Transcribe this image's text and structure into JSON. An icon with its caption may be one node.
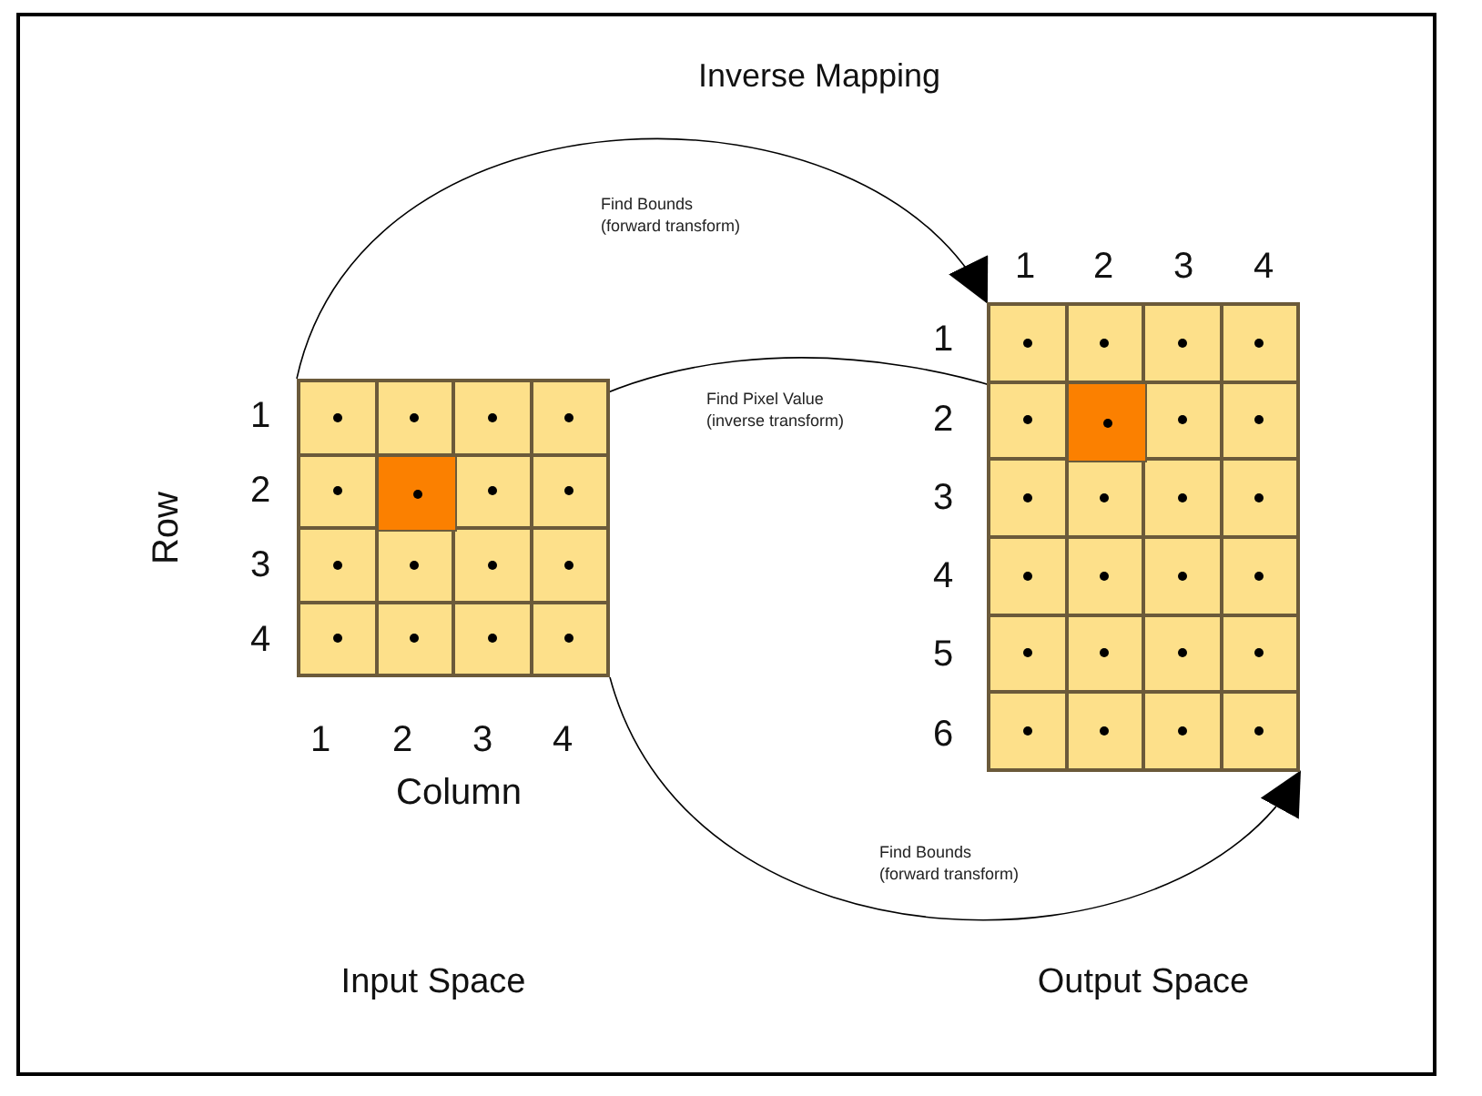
{
  "diagram": {
    "title": "Inverse Mapping",
    "nodes": [
      {
        "text": [],
        "shape": "box"
      },
      {
        "text": [],
        "shape": "box",
        "in": 0
      },
      {
        "text": [],
        "shape": "box"
      },
      {
        "text": [],
        "shape": "box",
        "in": 2
      }
    ],
    "edges": [
      {
        "from": 0,
        "to": 2,
        "arrow": "to",
        "label": "Find Bounds (forward transform)"
      },
      {
        "from": 3,
        "to": 1,
        "arrow": "to",
        "label": "Find Pixel Value (inverse transform)"
      },
      {
        "from": 0,
        "to": 2,
        "arrow": "to",
        "label": "Find Bounds (forward transform)"
      }
    ],
    "labels": [
      "1",
      "2",
      "3",
      "4",
      "Row",
      "1",
      "2",
      "3",
      "4",
      "Column",
      "1",
      "2",
      "3",
      "4",
      "1",
      "2",
      "3",
      "4",
      "5",
      "6",
      "Input Space",
      "Output Space"
    ]
  }
}
